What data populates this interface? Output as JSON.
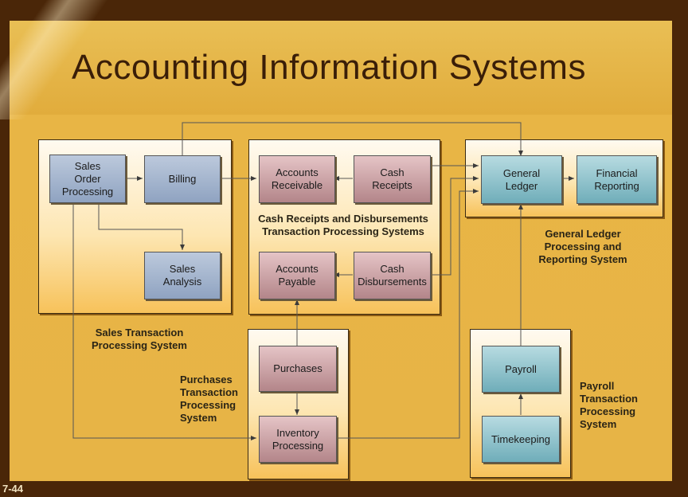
{
  "slide": {
    "title": "Accounting Information Systems",
    "number": "7-44"
  },
  "boxes": {
    "sales_order_processing": "Sales\nOrder\nProcessing",
    "billing": "Billing",
    "sales_analysis": "Sales\nAnalysis",
    "accounts_receivable": "Accounts\nReceivable",
    "cash_receipts": "Cash\nReceipts",
    "accounts_payable": "Accounts\nPayable",
    "cash_disbursements": "Cash\nDisbursements",
    "general_ledger": "General\nLedger",
    "financial_reporting": "Financial\nReporting",
    "purchases": "Purchases",
    "inventory_processing": "Inventory\nProcessing",
    "payroll": "Payroll",
    "timekeeping": "Timekeeping"
  },
  "labels": {
    "cash_system": "Cash Receipts and Disbursements\nTransaction Processing Systems",
    "gl_system": "General Ledger\nProcessing and\nReporting System",
    "sales_system": "Sales Transaction\nProcessing System",
    "purchases_system": "Purchases\nTransaction\nProcessing\nSystem",
    "payroll_system": "Payroll\nTransaction\nProcessing\nSystem"
  },
  "colors": {
    "sales_boxes": "#9fb2cd",
    "cash_boxes": "#c79a9d",
    "ledger_boxes": "#8fc0c9",
    "background": "#e7b446"
  }
}
